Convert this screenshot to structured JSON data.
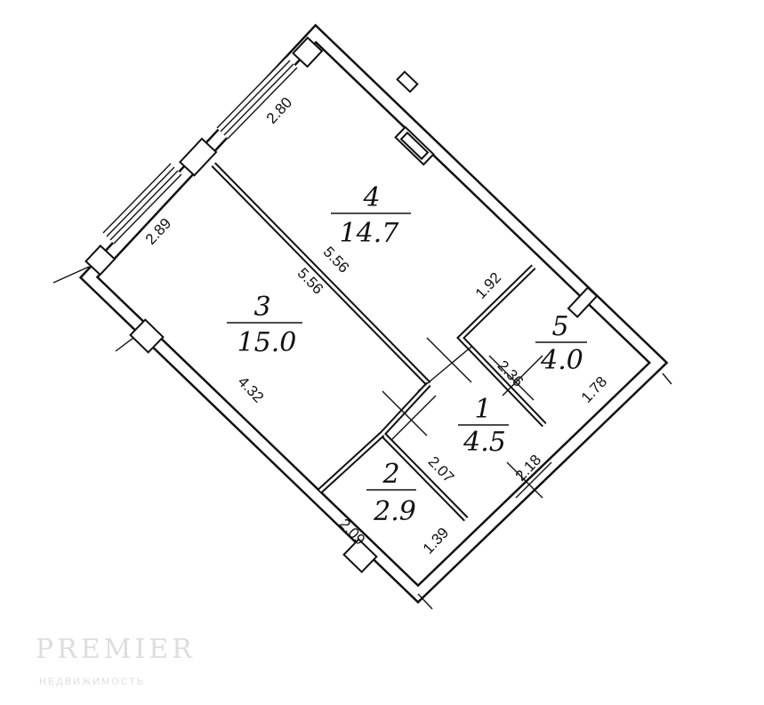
{
  "rooms": [
    {
      "number": "1",
      "area": "4.5"
    },
    {
      "number": "2",
      "area": "2.9"
    },
    {
      "number": "3",
      "area": "15.0"
    },
    {
      "number": "4",
      "area": "14.7"
    },
    {
      "number": "5",
      "area": "4.0"
    }
  ],
  "dimensions": {
    "window_upper": "2.80",
    "window_lower": "2.89",
    "partition_room4_side": "5.56",
    "partition_room3_side": "5.56",
    "room3_long_wall": "4.32",
    "room4_short_wall": "1.92",
    "room5_width": "2.36",
    "room5_depth": "1.78",
    "room1_width": "2.18",
    "room2_length": "2.07",
    "room2_width": "2.09",
    "room2_depth": "1.39"
  },
  "watermark": {
    "line1": "PREMIER",
    "line2": "НЕДВИЖИМОСТЬ"
  },
  "colors": {
    "ink": "#111111",
    "paper": "#ffffff"
  }
}
